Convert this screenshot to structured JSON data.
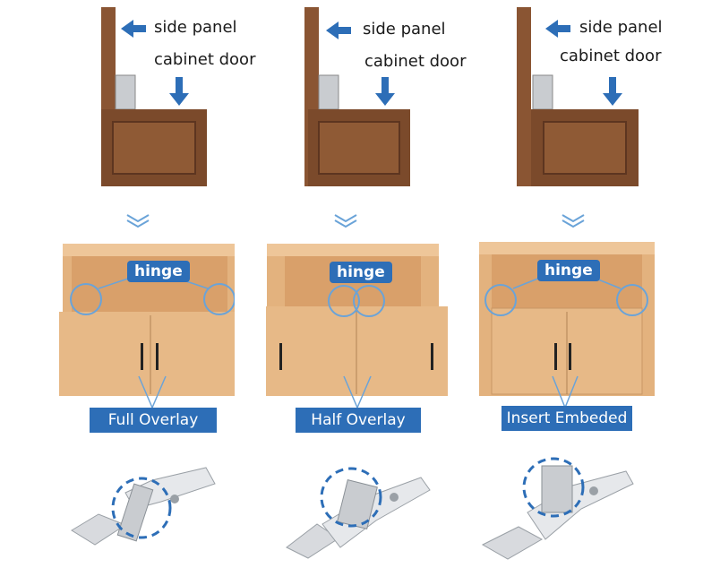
{
  "labels": {
    "side_panel": "side panel",
    "cabinet_door": "cabinet door",
    "hinge": "hinge"
  },
  "overlay_types": [
    {
      "name": "Full Overlay"
    },
    {
      "name": "Half Overlay"
    },
    {
      "name": "Insert Embeded"
    }
  ],
  "colors": {
    "accent_blue": "#2d6eb7",
    "wood_dark": "#7a4a2c",
    "wood_light": "#e7b987"
  }
}
